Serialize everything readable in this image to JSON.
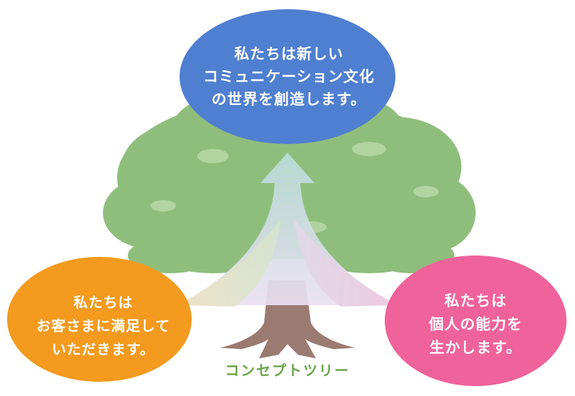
{
  "top_bubble": {
    "text": "私たちは新しい\nコミュニケーション文化\nの世界を創造します。",
    "color": "#4f7fd0"
  },
  "left_bubble": {
    "text": "私たちは\nお客さまに満足して\nいただきます。",
    "color": "#f49a1e"
  },
  "right_bubble": {
    "text": "私たちは\n個人の能力を\n生かします。",
    "color": "#f0629a"
  },
  "caption": "コンセプトツリー",
  "colors": {
    "foliage": "#8fbe7c",
    "trunk": "#9b7a72",
    "caption": "#6aa54a"
  }
}
